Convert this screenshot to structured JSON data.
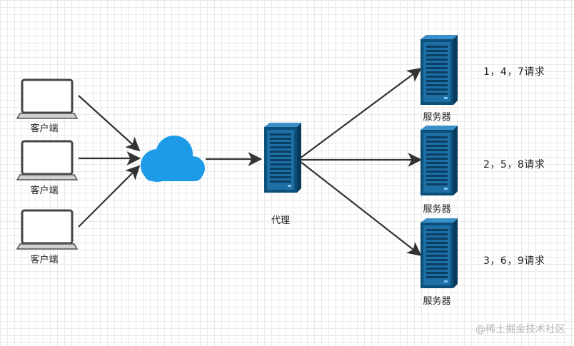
{
  "clients": [
    {
      "label": "客户端"
    },
    {
      "label": "客户端"
    },
    {
      "label": "客户端"
    }
  ],
  "proxy": {
    "label": "代理",
    "icon": "server-icon"
  },
  "cloud": {
    "icon": "cloud-icon",
    "color": "#1e9be6"
  },
  "servers": [
    {
      "label": "服务器",
      "note": "1，4，7请求"
    },
    {
      "label": "服务器",
      "note": "2，5，8请求"
    },
    {
      "label": "服务器",
      "note": "3，6，9请求"
    }
  ],
  "watermark": "@稀土掘金技术社区",
  "colors": {
    "server_dark": "#0b4f7a",
    "server_mid": "#1d6fa5",
    "arrow": "#333333",
    "laptop": "#444444"
  }
}
